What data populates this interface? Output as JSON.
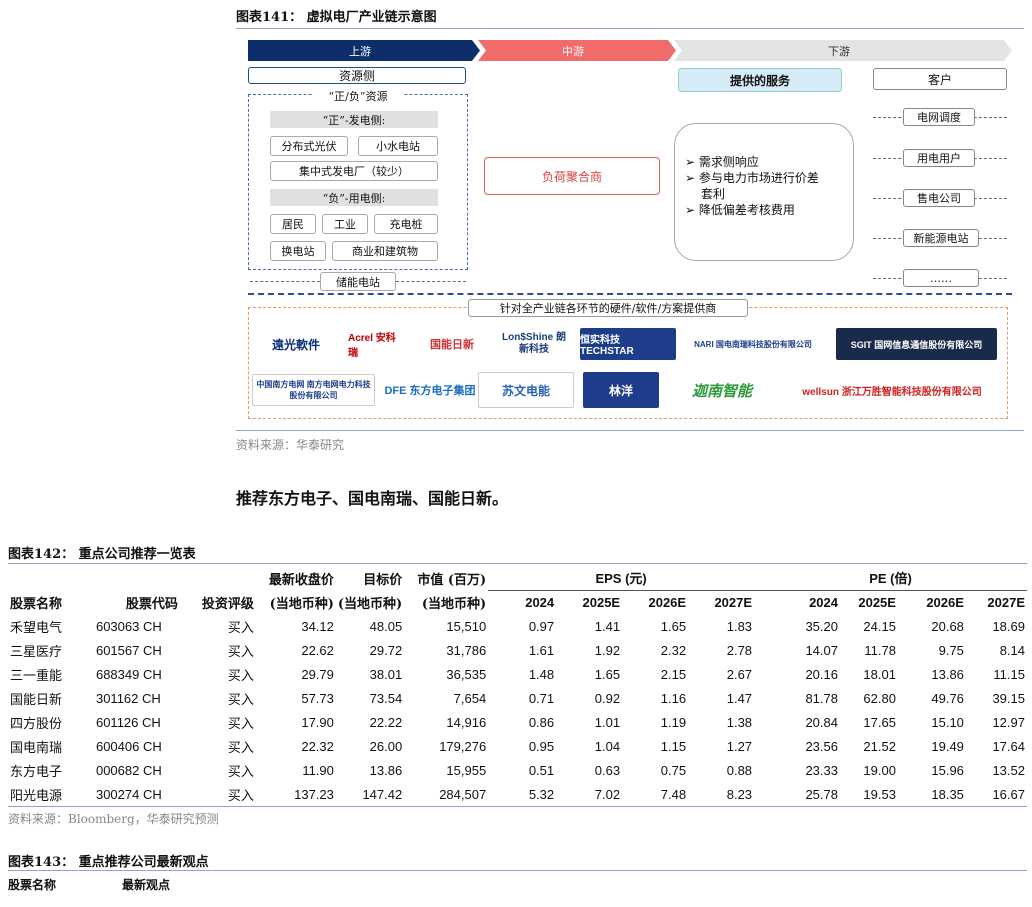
{
  "fig141": {
    "caption": "图表141： 虚拟电厂产业链示意图",
    "stages": [
      "上游",
      "中游",
      "下游"
    ],
    "resource_side": "资源侧",
    "pos_neg_resource": "“正/负”资源",
    "pos_side": "“正”-发电侧:",
    "pos_items": [
      "分布式光伏",
      "小水电站",
      "集中式发电厂（较少）"
    ],
    "neg_side": "“负”-用电侧:",
    "neg_items": [
      "居民",
      "工业",
      "充电桩",
      "换电站",
      "商业和建筑物"
    ],
    "storage": "储能电站",
    "aggregator": "负荷聚合商",
    "services_title": "提供的服务",
    "services": [
      "➢ 需求侧响应",
      "➢ 参与电力市场进行价差",
      "套利",
      "➢ 降低偏差考核费用"
    ],
    "customers_title": "客户",
    "customers": [
      "电网调度",
      "用电用户",
      "售电公司",
      "新能源电站",
      "……"
    ],
    "provider_title": "针对全产业链各环节的硬件/软件/方案提供商",
    "logos_row1": [
      "遠光軟件",
      "Acrel 安科瑞",
      "国能日新",
      "Lon$Shine 朗新科技",
      "恒实科技 TECHSTAR",
      "NARI 国电南瑞科技股份有限公司",
      "SGIT 国网信息通信股份有限公司"
    ],
    "logos_row2": [
      "中国南方电网 南方电网电力科技股份有限公司",
      "DFE 东方电子集团",
      "苏文电能",
      "林洋",
      "迦南智能",
      "wellsun 浙江万胜智能科技股份有限公司"
    ],
    "source": "资料来源：华泰研究"
  },
  "recommend_text": "推荐东方电子、国电南瑞、国能日新。",
  "fig142": {
    "caption": "图表142： 重点公司推荐一览表",
    "head1": [
      "",
      "",
      "",
      "最新收盘价",
      "目标价",
      "市值 (百万)"
    ],
    "eps_group": "EPS (元)",
    "pe_group": "PE (倍)",
    "head2": [
      "股票名称",
      "股票代码",
      "投资评级",
      "(当地币种)",
      "(当地币种)",
      "(当地币种)",
      "2024",
      "2025E",
      "2026E",
      "2027E",
      "2024",
      "2025E",
      "2026E",
      "2027E"
    ],
    "rows": [
      [
        "禾望电气",
        "603063 CH",
        "买入",
        "34.12",
        "48.05",
        "15,510",
        "0.97",
        "1.41",
        "1.65",
        "1.83",
        "35.20",
        "24.15",
        "20.68",
        "18.69"
      ],
      [
        "三星医疗",
        "601567 CH",
        "买入",
        "22.62",
        "29.72",
        "31,786",
        "1.61",
        "1.92",
        "2.32",
        "2.78",
        "14.07",
        "11.78",
        "9.75",
        "8.14"
      ],
      [
        "三一重能",
        "688349 CH",
        "买入",
        "29.79",
        "38.01",
        "36,535",
        "1.48",
        "1.65",
        "2.15",
        "2.67",
        "20.16",
        "18.01",
        "13.86",
        "11.15"
      ],
      [
        "国能日新",
        "301162 CH",
        "买入",
        "57.73",
        "73.54",
        "7,654",
        "0.71",
        "0.92",
        "1.16",
        "1.47",
        "81.78",
        "62.80",
        "49.76",
        "39.15"
      ],
      [
        "四方股份",
        "601126 CH",
        "买入",
        "17.90",
        "22.22",
        "14,916",
        "0.86",
        "1.01",
        "1.19",
        "1.38",
        "20.84",
        "17.65",
        "15.10",
        "12.97"
      ],
      [
        "国电南瑞",
        "600406 CH",
        "买入",
        "22.32",
        "26.00",
        "179,276",
        "0.95",
        "1.04",
        "1.15",
        "1.27",
        "23.56",
        "21.52",
        "19.49",
        "17.64"
      ],
      [
        "东方电子",
        "000682 CH",
        "买入",
        "11.90",
        "13.86",
        "15,955",
        "0.51",
        "0.63",
        "0.75",
        "0.88",
        "23.33",
        "19.00",
        "15.96",
        "13.52"
      ],
      [
        "阳光电源",
        "300274 CH",
        "买入",
        "137.23",
        "147.42",
        "284,507",
        "5.32",
        "7.02",
        "7.48",
        "8.23",
        "25.78",
        "19.53",
        "18.35",
        "16.67"
      ]
    ],
    "source": "资料来源：Bloomberg，华泰研究预测"
  },
  "fig143": {
    "caption": "图表143： 重点推荐公司最新观点",
    "head": [
      "股票名称",
      "最新观点"
    ]
  }
}
